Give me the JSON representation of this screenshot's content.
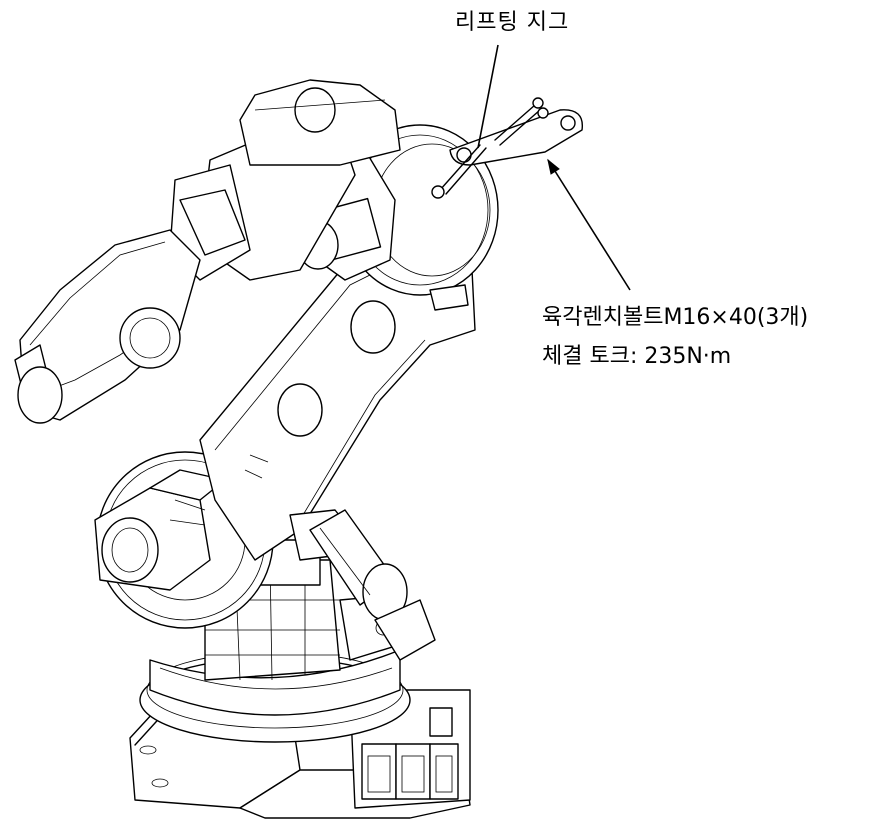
{
  "labels": {
    "lifting_jig": "리프팅 지그",
    "bolt_spec": "육각렌치볼트M16×40(3개)",
    "tightening_torque": "체결 토크: 235N·m"
  }
}
